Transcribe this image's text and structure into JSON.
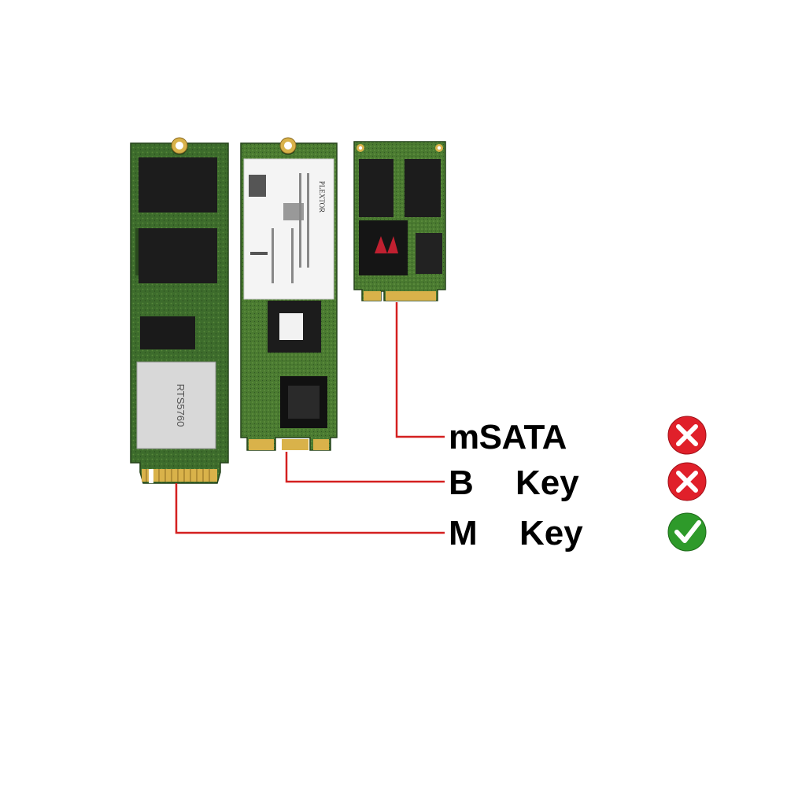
{
  "connectors": [
    {
      "key_letter": "",
      "key_word": "mSATA",
      "status": "not-supported",
      "status_icon": "cross-icon"
    },
    {
      "key_letter": "B",
      "key_word": "Key",
      "status": "not-supported",
      "status_icon": "cross-icon"
    },
    {
      "key_letter": "M",
      "key_word": "Key",
      "status": "supported",
      "status_icon": "check-icon"
    }
  ],
  "colors": {
    "leader_line": "#d42020",
    "cross_fill": "#e0202a",
    "check_fill": "#2e9a2a",
    "pcb_green": "#3b6a2a",
    "chip_black": "#1a1a1a",
    "gold_contacts": "#d9b24a"
  },
  "cards": [
    {
      "name": "m2-2280-m-key-ssd",
      "chip_marking": "RTS5760"
    },
    {
      "name": "m2-2280-b-key-ssd",
      "brand": "PLEXTOR"
    },
    {
      "name": "msata-ssd"
    }
  ]
}
